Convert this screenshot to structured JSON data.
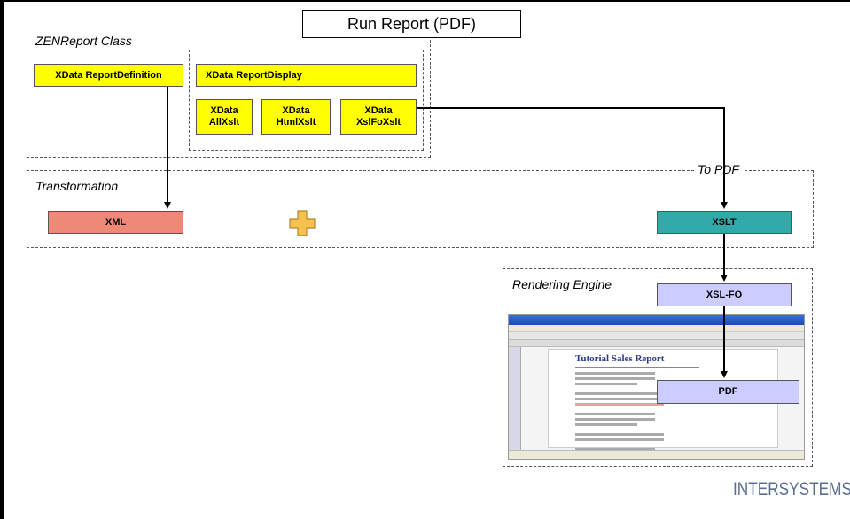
{
  "title": "Run Report (PDF)",
  "zenreport_class": {
    "label": "ZENReport Class",
    "report_definition": "XData ReportDefinition",
    "report_display": {
      "label": "XData ReportDisplay",
      "items": [
        "XData AllXslt",
        "XData HtmlXslt",
        "XData XslFoXslt"
      ]
    }
  },
  "transformation": {
    "label": "Transformation",
    "to_pdf_label": "To PDF",
    "xml": "XML",
    "xslt": "XSLT",
    "plus_icon": "plus-icon"
  },
  "rendering_engine": {
    "label": "Rendering Engine",
    "xsl_fo": "XSL-FO",
    "pdf": "PDF",
    "screenshot": {
      "report_title": "Tutorial Sales Report"
    }
  },
  "logo": "INTERSYSTEMS",
  "colors": {
    "yellow": "#ffff00",
    "salmon": "#ee8877",
    "teal": "#33aaaa",
    "lavender": "#ccccff",
    "plus": "#f5c24d"
  }
}
